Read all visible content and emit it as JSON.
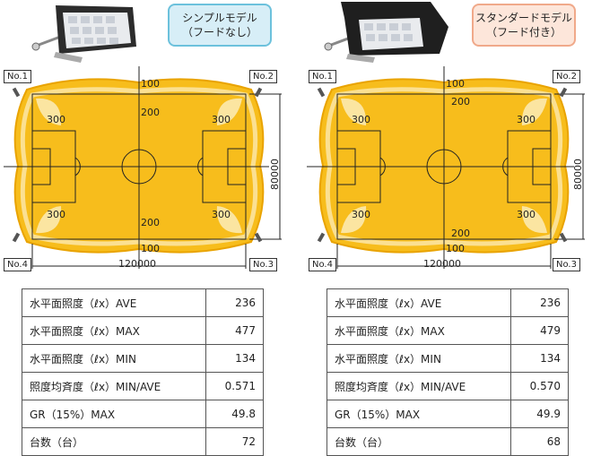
{
  "left": {
    "badge_line1": "シンプルモデル",
    "badge_line2": "（フードなし）",
    "corners": [
      "No.1",
      "No.2",
      "No.3",
      "No.4"
    ],
    "contours": [
      "100",
      "200",
      "300",
      "300",
      "300",
      "300",
      "200",
      "100"
    ],
    "dim_width": "120000",
    "dim_height": "80000",
    "rows": [
      {
        "name": "水平面照度（ℓx）AVE",
        "value": "236"
      },
      {
        "name": "水平面照度（ℓx）MAX",
        "value": "477"
      },
      {
        "name": "水平面照度（ℓx）MIN",
        "value": "134"
      },
      {
        "name": "照度均斉度（ℓx）MIN/AVE",
        "value": "0.571"
      },
      {
        "name": "GR（15%）MAX",
        "value": "49.8"
      },
      {
        "name": "台数（台）",
        "value": "72"
      }
    ]
  },
  "right": {
    "badge_line1": "スタンダードモデル",
    "badge_line2": "（フード付き）",
    "corners": [
      "No.1",
      "No.2",
      "No.3",
      "No.4"
    ],
    "contours": [
      "100",
      "200",
      "300",
      "300",
      "300",
      "300",
      "200",
      "100"
    ],
    "dim_width": "120000",
    "dim_height": "80000",
    "rows": [
      {
        "name": "水平面照度（ℓx）AVE",
        "value": "236"
      },
      {
        "name": "水平面照度（ℓx）MAX",
        "value": "479"
      },
      {
        "name": "水平面照度（ℓx）MIN",
        "value": "134"
      },
      {
        "name": "照度均斉度（ℓx）MIN/AVE",
        "value": "0.570"
      },
      {
        "name": "GR（15%）MAX",
        "value": "49.9"
      },
      {
        "name": "台数（台）",
        "value": "68"
      }
    ]
  },
  "colors": {
    "field": "#f7bd1c",
    "field_edge": "#e9a300",
    "highlight": "#fbe9b0"
  }
}
